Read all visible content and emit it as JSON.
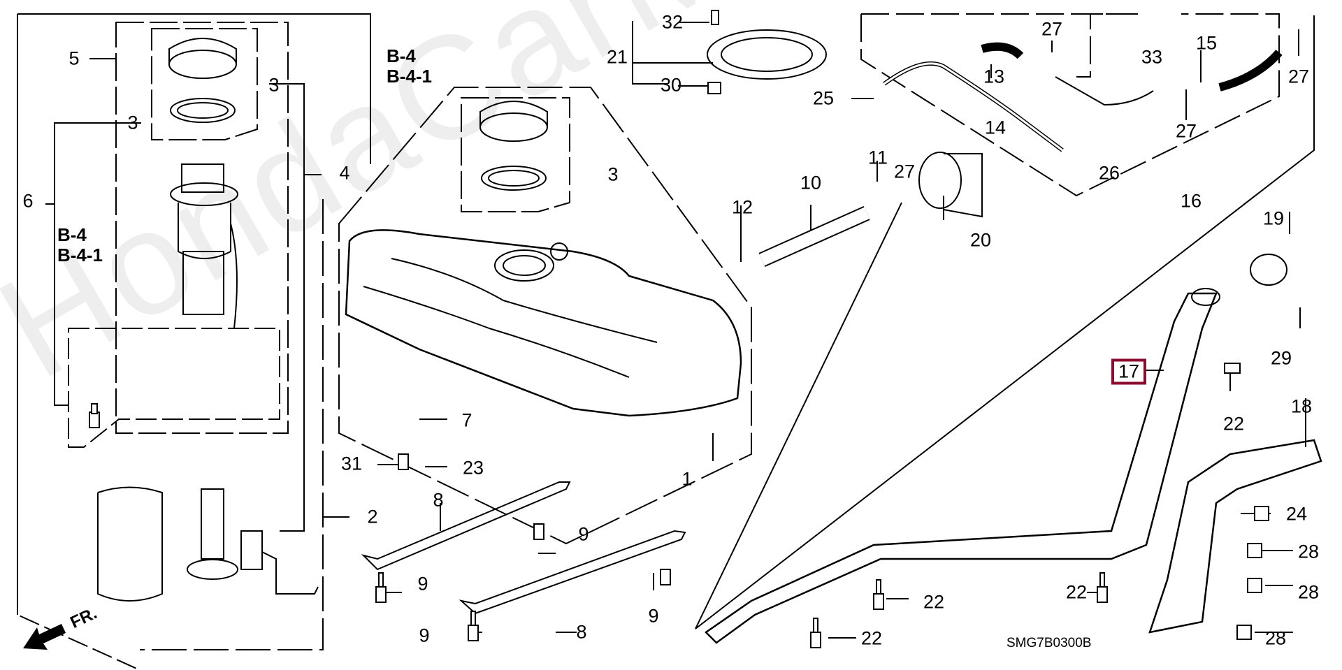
{
  "diagram": {
    "type": "exploded parts diagram",
    "subject": "Fuel tank assembly",
    "watermark": "HondaCarMine.ru",
    "code": "SMG7B0300B",
    "direction_marker": "FR.",
    "highlight_color": "#8b0a2e",
    "references": [
      {
        "lines": [
          "B-4",
          "B-4-1"
        ]
      },
      {
        "lines": [
          "B-4",
          "B-4-1"
        ]
      }
    ],
    "callouts": [
      {
        "id": "1",
        "text": "1"
      },
      {
        "id": "2",
        "text": "2"
      },
      {
        "id": "3a",
        "text": "3"
      },
      {
        "id": "3b",
        "text": "3"
      },
      {
        "id": "3c",
        "text": "3"
      },
      {
        "id": "4",
        "text": "4"
      },
      {
        "id": "5",
        "text": "5"
      },
      {
        "id": "6",
        "text": "6"
      },
      {
        "id": "7",
        "text": "7"
      },
      {
        "id": "8a",
        "text": "8"
      },
      {
        "id": "8b",
        "text": "8"
      },
      {
        "id": "9a",
        "text": "9"
      },
      {
        "id": "9b",
        "text": "9"
      },
      {
        "id": "9c",
        "text": "9"
      },
      {
        "id": "9d",
        "text": "9"
      },
      {
        "id": "10",
        "text": "10"
      },
      {
        "id": "11",
        "text": "11"
      },
      {
        "id": "12",
        "text": "12"
      },
      {
        "id": "13",
        "text": "13"
      },
      {
        "id": "14",
        "text": "14"
      },
      {
        "id": "15",
        "text": "15"
      },
      {
        "id": "16",
        "text": "16"
      },
      {
        "id": "17",
        "text": "17",
        "highlighted": true
      },
      {
        "id": "18",
        "text": "18"
      },
      {
        "id": "19",
        "text": "19"
      },
      {
        "id": "20",
        "text": "20"
      },
      {
        "id": "21",
        "text": "21"
      },
      {
        "id": "22a",
        "text": "22"
      },
      {
        "id": "22b",
        "text": "22"
      },
      {
        "id": "22c",
        "text": "22"
      },
      {
        "id": "22d",
        "text": "22"
      },
      {
        "id": "23",
        "text": "23"
      },
      {
        "id": "24",
        "text": "24"
      },
      {
        "id": "25",
        "text": "25"
      },
      {
        "id": "26",
        "text": "26"
      },
      {
        "id": "27a",
        "text": "27"
      },
      {
        "id": "27b",
        "text": "27"
      },
      {
        "id": "27c",
        "text": "27"
      },
      {
        "id": "27d",
        "text": "27"
      },
      {
        "id": "28a",
        "text": "28"
      },
      {
        "id": "28b",
        "text": "28"
      },
      {
        "id": "28c",
        "text": "28"
      },
      {
        "id": "29",
        "text": "29"
      },
      {
        "id": "30",
        "text": "30"
      },
      {
        "id": "31",
        "text": "31"
      },
      {
        "id": "32",
        "text": "32"
      },
      {
        "id": "33",
        "text": "33"
      }
    ]
  }
}
